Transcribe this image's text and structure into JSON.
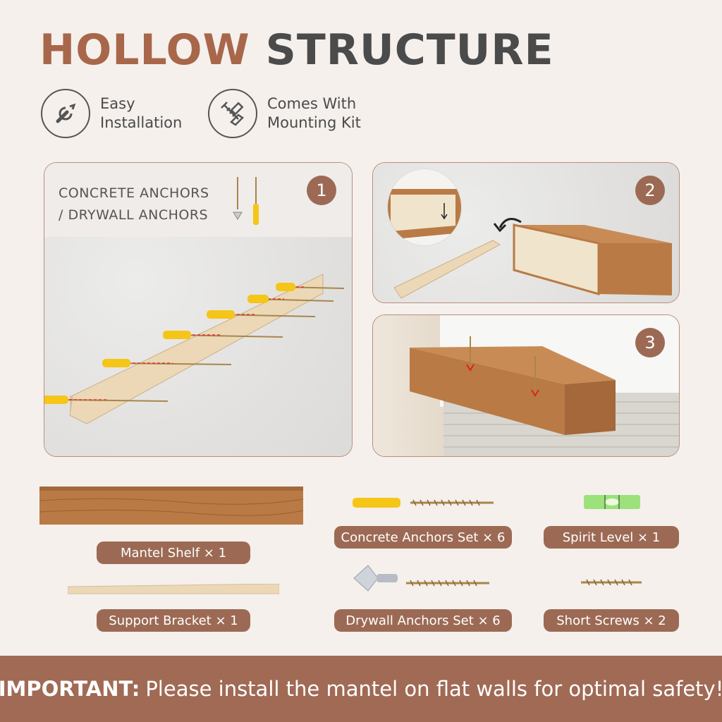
{
  "title": {
    "word1": "HOLLOW",
    "word2": "STRUCTURE"
  },
  "features": [
    {
      "label": "Easy\nInstallation",
      "icon": "wrench-icon"
    },
    {
      "label": "Comes With\nMounting Kit",
      "icon": "screw-anchor-icon"
    }
  ],
  "steps": {
    "step1": {
      "number": "1",
      "anchors_label_line1": "CONCRETE ANCHORS",
      "anchors_label_line2": "/ DRYWALL ANCHORS"
    },
    "step2": {
      "number": "2"
    },
    "step3": {
      "number": "3"
    }
  },
  "kit": {
    "mantel_shelf": "Mantel Shelf × 1",
    "support_bracket": "Support Bracket × 1",
    "concrete_anchors": "Concrete Anchors Set × 6",
    "drywall_anchors": "Drywall Anchors Set × 6",
    "spirit_level": "Spirit Level × 1",
    "short_screws": "Short Screws × 2"
  },
  "banner": {
    "important": "IMPORTANT:",
    "message": "Please install the mantel on flat walls for optimal safety!"
  },
  "colors": {
    "accent": "#9c6a54",
    "title_brown": "#a8674a",
    "title_dark": "#4b4b4b",
    "background": "#f5f0ec",
    "wood": "#b97a45",
    "pine": "#ecd8b6",
    "anchor_yellow": "#f5c518"
  }
}
